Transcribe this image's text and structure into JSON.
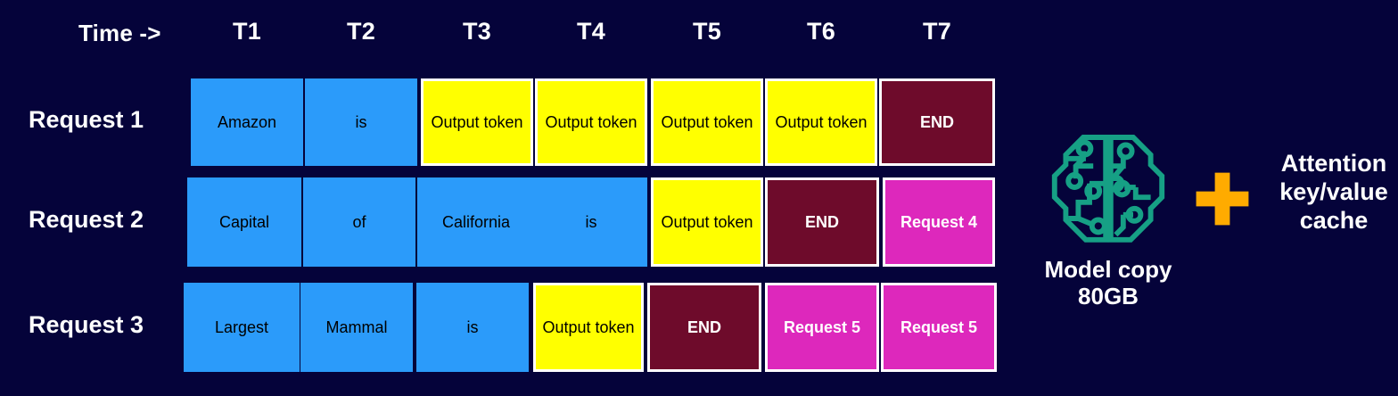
{
  "background_color": "#05033a",
  "palette": {
    "input_token": "#2b9bfa",
    "output_token": "#ffff00",
    "end_token": "#6e0b2b",
    "new_request": "#dd28bc",
    "brain_teal": "#16a085",
    "plus_orange": "#ffab00",
    "text_light": "#ffffff",
    "text_dark": "#000000"
  },
  "timeline": {
    "axis_label": "Time ->",
    "time_headers": [
      "T1",
      "T2",
      "T3",
      "T4",
      "T5",
      "T6",
      "T7"
    ],
    "rows": [
      {
        "label": "Request 1",
        "cells": [
          {
            "text": "Amazon",
            "kind": "input"
          },
          {
            "text": "is",
            "kind": "input"
          },
          {
            "text": "Output token",
            "kind": "output"
          },
          {
            "text": "Output token",
            "kind": "output"
          },
          {
            "text": "Output token",
            "kind": "output"
          },
          {
            "text": "Output token",
            "kind": "output"
          },
          {
            "text": "END",
            "kind": "end"
          }
        ]
      },
      {
        "label": "Request 2",
        "cells": [
          {
            "text": "Capital",
            "kind": "input"
          },
          {
            "text": "of",
            "kind": "input"
          },
          {
            "text": "California",
            "kind": "input"
          },
          {
            "text": "is",
            "kind": "input"
          },
          {
            "text": "Output token",
            "kind": "output"
          },
          {
            "text": "END",
            "kind": "end"
          },
          {
            "text": "Request 4",
            "kind": "newreq"
          }
        ]
      },
      {
        "label": "Request 3",
        "cells": [
          {
            "text": "Largest",
            "kind": "input"
          },
          {
            "text": "Mammal",
            "kind": "input"
          },
          {
            "text": "is",
            "kind": "input"
          },
          {
            "text": "Output token",
            "kind": "output"
          },
          {
            "text": "END",
            "kind": "end"
          },
          {
            "text": "Request 5",
            "kind": "newreq"
          },
          {
            "text": "Request 5",
            "kind": "newreq"
          }
        ]
      }
    ]
  },
  "memory_panel": {
    "brain_icon_name": "brain-circuit-icon",
    "brain_caption": "Model copy\n80GB",
    "plus_icon_name": "plus-icon",
    "kv_caption": "Attention\nkey/value\ncache"
  }
}
